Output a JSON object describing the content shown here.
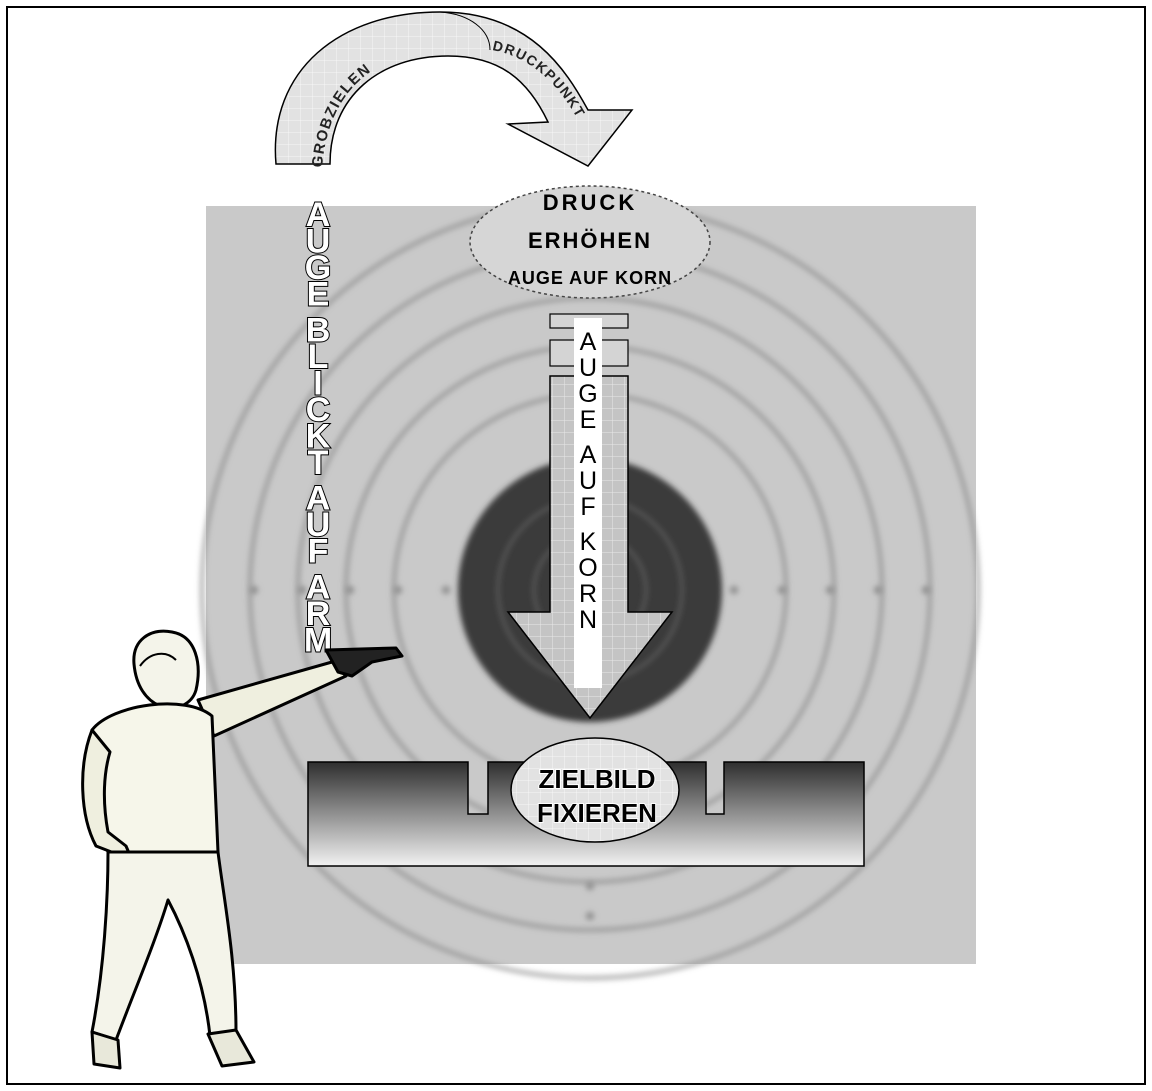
{
  "diagram": {
    "arc_label_left": "GROBZIELEN",
    "arc_label_right": "DRUCKPUNKT",
    "left_vertical_text": "AUGE BLICKT AUF ARM",
    "ellipse_top": {
      "line1": "DRUCK",
      "line2": "ERHÖHEN",
      "line3": "AUGE AUF KORN"
    },
    "arrow_vertical_text": "AUGE AUF KORN",
    "sight_label": {
      "line1": "ZIELBILD",
      "line2": "FIXIEREN"
    }
  },
  "colors": {
    "target_background": "#c8c8c8",
    "target_rings": "#8e8e8e",
    "bullseye": "#3a3a3a",
    "arrow_fill": "#bdbdbd",
    "figure_shirt": "#f6f6ea",
    "outline": "#000000"
  },
  "icons": {
    "figure": "pistol-shooter-figure",
    "target": "shooting-target"
  }
}
